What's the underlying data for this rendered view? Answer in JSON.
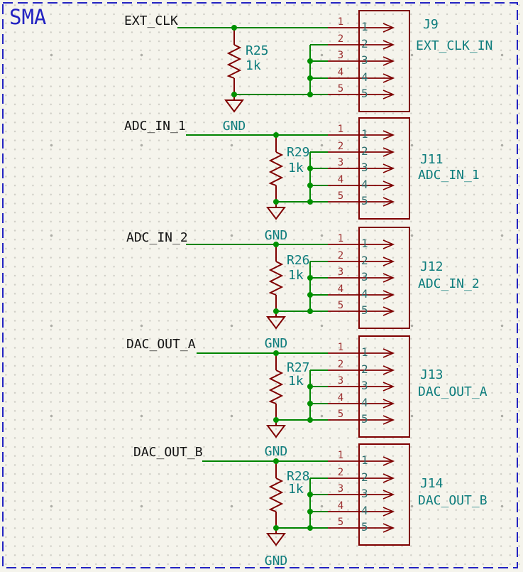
{
  "schematic": {
    "sheet_label": "SMA",
    "pin_numbers": [
      "1",
      "2",
      "3",
      "4",
      "5"
    ],
    "blocks": [
      {
        "net_label": "EXT_CLK",
        "resistor": {
          "ref": "R25",
          "value": "1k"
        },
        "gnd_label": "GND",
        "connector": {
          "ref": "J9",
          "value": "EXT_CLK_IN"
        }
      },
      {
        "net_label": "ADC_IN_1",
        "resistor": {
          "ref": "R29",
          "value": "1k"
        },
        "gnd_label": "GND",
        "connector": {
          "ref": "J11",
          "value": "ADC_IN_1"
        }
      },
      {
        "net_label": "ADC_IN_2",
        "resistor": {
          "ref": "R26",
          "value": "1k"
        },
        "gnd_label": "GND",
        "connector": {
          "ref": "J12",
          "value": "ADC_IN_2"
        }
      },
      {
        "net_label": "DAC_OUT_A",
        "resistor": {
          "ref": "R27",
          "value": "1k"
        },
        "gnd_label": "GND",
        "connector": {
          "ref": "J13",
          "value": "DAC_OUT_A"
        }
      },
      {
        "net_label": "DAC_OUT_B",
        "resistor": {
          "ref": "R28",
          "value": "1k"
        },
        "gnd_label": "GND",
        "connector": {
          "ref": "J14",
          "value": "DAC_OUT_B"
        }
      }
    ],
    "colors": {
      "wire_green": "#008400",
      "junction_green": "#009100",
      "symbol_dark_red": "#7F0000",
      "pin_number_red": "#9C2F2F",
      "field_teal": "#0E7D7D",
      "pin_name_teal": "#2F6F6F",
      "net_label_black": "#141414",
      "sheet_blue": "#2323C2",
      "background": "#F5F4EC"
    }
  }
}
